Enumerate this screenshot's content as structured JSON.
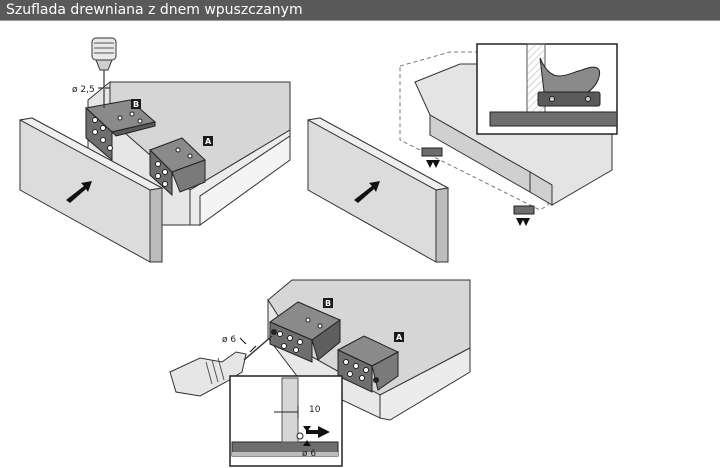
{
  "header": {
    "title": "Szuflada drewniana z dnem wpuszczanym"
  },
  "step1": {
    "drill_label": "ø 2,5",
    "badge_b": "B",
    "badge_a": "A"
  },
  "step3": {
    "drill_label": "ø 6",
    "badge_b": "B",
    "badge_a": "A",
    "dim_10": "10",
    "dim_6": "ø 6"
  },
  "colors": {
    "title_bg": "#595959",
    "panel": "#d9d9d9",
    "bracket": "#6e6e6e",
    "badge": "#1a1a1a"
  }
}
